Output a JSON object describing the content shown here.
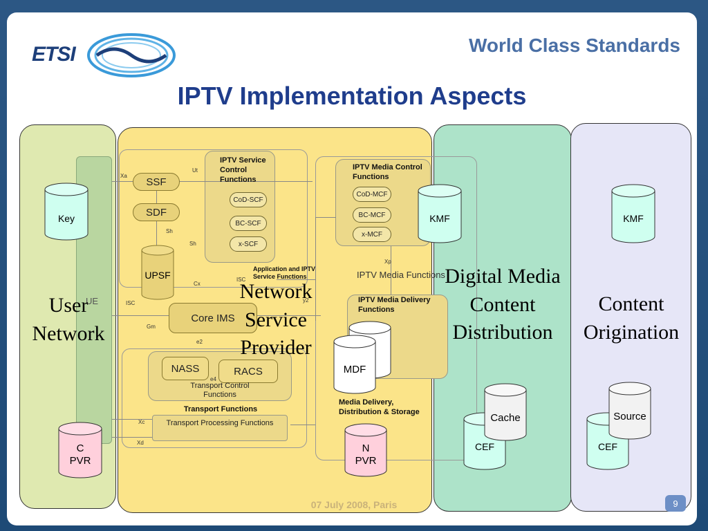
{
  "header": {
    "logo_text": "ETSI",
    "tagline": "World Class Standards",
    "title": "IPTV Implementation Aspects"
  },
  "regions": {
    "user_network": "User Network",
    "ue": "UE",
    "network_service_provider": "Network Service Provider",
    "digital_media_content_distribution": "Digital Media Content Distribution",
    "content_origination": "Content Origination"
  },
  "nsp": {
    "ssf": "SSF",
    "sdf": "SDF",
    "upsf": "UPSF",
    "core_ims": "Core IMS",
    "nass": "NASS",
    "racs": "RACS",
    "iptv_service_control_functions": "IPTV Service Control Functions",
    "cod_scf": "CoD-SCF",
    "bc_scf": "BC-SCF",
    "x_scf": "x-SCF",
    "application_and_iptv_service_functions": "Application and IPTV Service Functions",
    "transport_control_functions": "Transport Control Functions",
    "transport_functions": "Transport Functions",
    "transport_processing_functions": "Transport Processing Functions",
    "iptv_media_control_functions": "IPTV Media Control Functions",
    "cod_mcf": "CoD-MCF",
    "bc_mcf": "BC-MCF",
    "x_mcf": "x-MCF",
    "iptv_media_functions": "IPTV Media Functions",
    "iptv_media_delivery_functions": "IPTV Media Delivery  Functions",
    "mdf": "MDF",
    "media_delivery_distribution_storage": "Media Delivery, Distribution & Storage",
    "n_pvr_line1": "N",
    "n_pvr_line2": "PVR"
  },
  "interfaces": {
    "xa": "Xa",
    "ut": "Ut",
    "sh1": "Sh",
    "sh2": "Sh",
    "cx": "Cx",
    "isc1": "ISC",
    "isc2": "ISC",
    "gm": "Gm",
    "e2": "e2",
    "e4": "e4",
    "y2": "y2",
    "xp": "Xp",
    "xc": "Xc",
    "xd": "Xd"
  },
  "user_network": {
    "key": "Key",
    "c_pvr_line1": "C",
    "c_pvr_line2": "PVR"
  },
  "dmcd": {
    "kmf": "KMF",
    "cache": "Cache",
    "cef": "CEF"
  },
  "origination": {
    "kmf": "KMF",
    "source": "Source",
    "cef": "CEF"
  },
  "footer": {
    "date": "07 July 2008, Paris",
    "page": "9"
  },
  "colors": {
    "user_network_bg": "#dfe9b0",
    "nsp_bg": "#fbe489",
    "dmcd_bg": "#ade3c9",
    "origination_bg": "#e6e6f7",
    "title": "#1f3d8c"
  }
}
